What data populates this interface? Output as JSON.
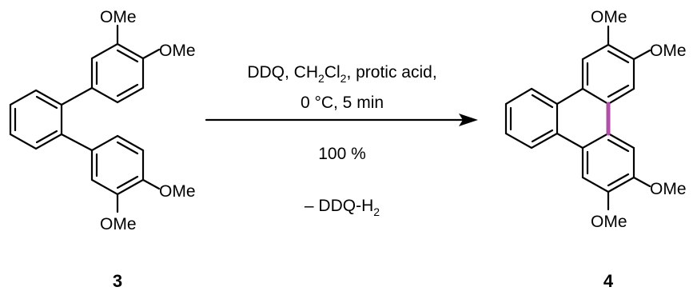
{
  "reactant": {
    "number": "3",
    "substituents": [
      "OMe",
      "OMe",
      "OMe",
      "OMe"
    ]
  },
  "product": {
    "number": "4",
    "substituents": [
      "OMe",
      "OMe",
      "OMe",
      "OMe"
    ],
    "new_bond_color": "#b04fa8"
  },
  "conditions": {
    "reagents_line1": {
      "a": "DDQ, CH",
      "a_sub": "2",
      "b": "Cl",
      "b_sub": "2",
      "c": ", protic acid,"
    },
    "line2": "0 °C, 5 min",
    "yield": "100 %",
    "byproduct": {
      "prefix": "– DDQ-H",
      "sub": "2"
    }
  }
}
